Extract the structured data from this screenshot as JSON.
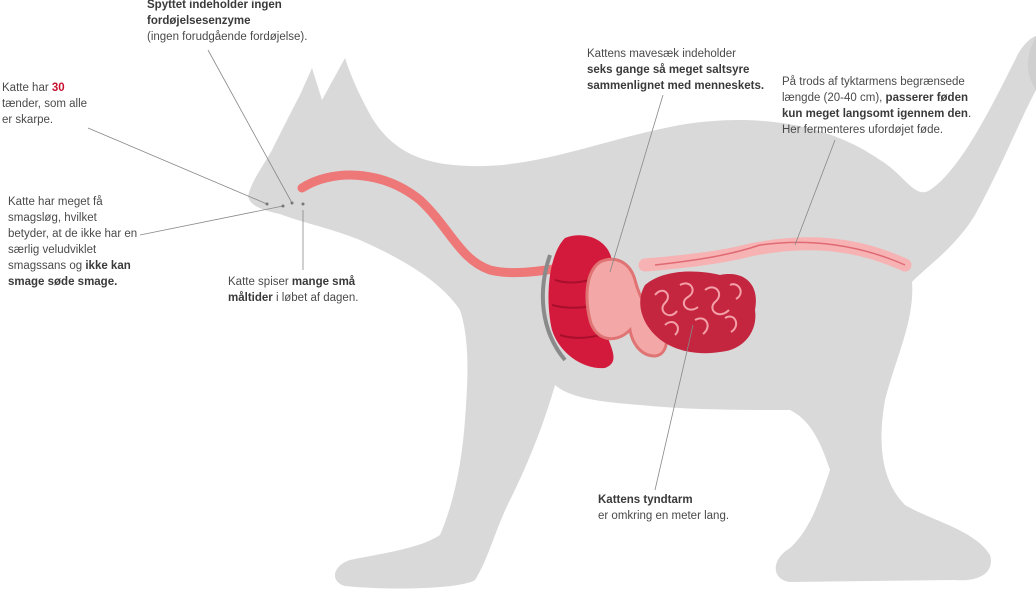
{
  "colors": {
    "body": "#d9d9d9",
    "liver": "#d41a3c",
    "stomach": "#f4a7a7",
    "small_intestine": "#c4253f",
    "large_intestine": "#f7b3b3",
    "esophagus": "#ee7777",
    "leader": "#888888",
    "highlight": "#c8102e"
  },
  "notes": {
    "saliva": {
      "bold": "Spyttet indeholder ingen fordøjelsesenzyme",
      "normal": "(ingen forudgående fordøjelse)."
    },
    "teeth": {
      "pre": "Katte har ",
      "num": "30",
      "post": "tænder, som alle er skarpe."
    },
    "taste": {
      "normal": "Katte har meget få smagsløg, hvilket betyder, at de ikke har en særlig veludviklet smagssans og ",
      "bold": "ikke kan smage søde smage."
    },
    "meals": {
      "pre": "Katte spiser ",
      "bold": "mange små måltider",
      "post": " i løbet af dagen."
    },
    "stomach": {
      "normal": "Kattens mavesæk indeholder",
      "bold": "seks gange så meget saltsyre sammenlignet med menneskets."
    },
    "colon": {
      "pre": "På trods af tyktarmens begrænsede længde (20-40 cm), ",
      "bold": "passerer føden kun meget langsomt igennem den",
      "post": ". Her fermenteres ufordøjet føde."
    },
    "small_intestine": {
      "bold": "Kattens tyndtarm",
      "normal": "er omkring en meter lang."
    }
  }
}
